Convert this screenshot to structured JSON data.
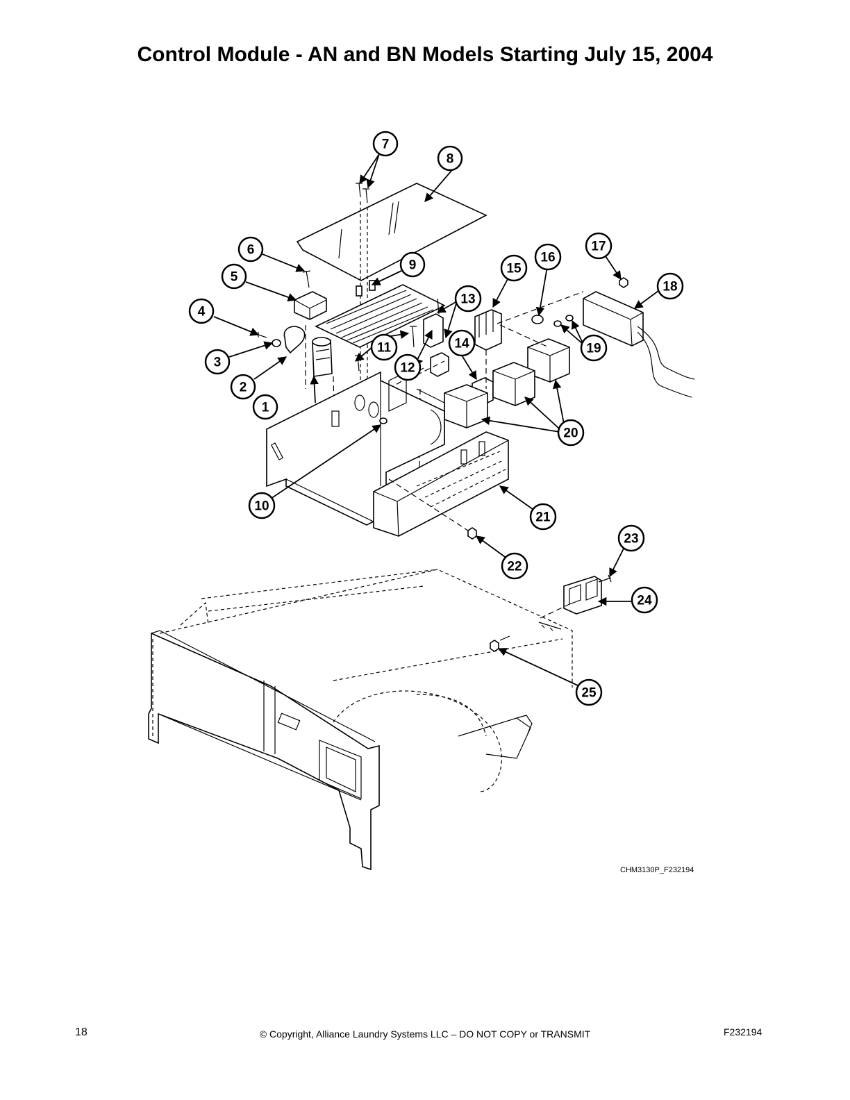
{
  "title": "Control Module - AN and BN Models Starting July 15, 2004",
  "drawing_id": "CHM3130P_F232194",
  "footer": {
    "page_number": "18",
    "copyright": "© Copyright, Alliance Laundry Systems LLC – DO NOT COPY or TRANSMIT",
    "doc_id": "F232194"
  },
  "callouts": [
    "1",
    "2",
    "3",
    "4",
    "5",
    "6",
    "7",
    "8",
    "9",
    "10",
    "11",
    "12",
    "13",
    "14",
    "15",
    "16",
    "17",
    "18",
    "19",
    "20",
    "21",
    "22",
    "23",
    "24",
    "25"
  ]
}
